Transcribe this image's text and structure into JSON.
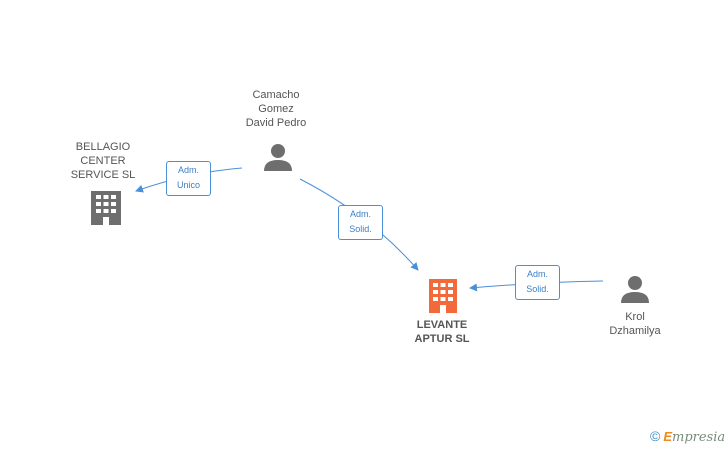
{
  "nodes": {
    "bellagio": {
      "lines": [
        "BELLAGIO",
        "CENTER",
        "SERVICE SL"
      ],
      "type": "company"
    },
    "camacho": {
      "lines": [
        "Camacho",
        "Gomez",
        "David Pedro"
      ],
      "type": "person"
    },
    "levante": {
      "lines": [
        "LEVANTE",
        "APTUR SL"
      ],
      "type": "company",
      "highlight": true
    },
    "krol": {
      "lines": [
        "Krol",
        "Dzhamilya"
      ],
      "type": "person"
    }
  },
  "edges": {
    "camacho_bellagio": {
      "lines": [
        "Adm.",
        "Unico"
      ]
    },
    "camacho_levante": {
      "lines": [
        "Adm.",
        "Solid."
      ]
    },
    "krol_levante": {
      "lines": [
        "Adm.",
        "Solid."
      ]
    }
  },
  "colors": {
    "company_icon": "#6e6e6e",
    "highlight_icon": "#f26a3a",
    "person_icon": "#6e6e6e",
    "edge": "#4a8fd9"
  },
  "icons": {
    "company": "building-icon",
    "person": "person-icon"
  },
  "watermark": {
    "copyright": "©",
    "brand_e": "E",
    "brand_rest": "mpresia"
  }
}
